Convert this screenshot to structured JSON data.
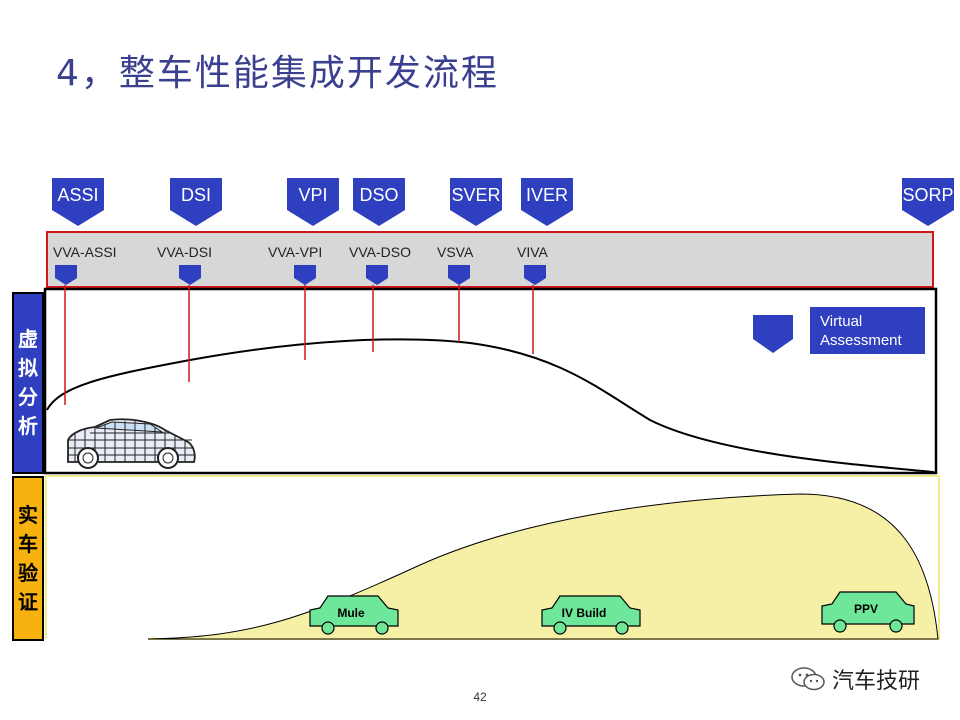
{
  "title": "4，整车性能集成开发流程",
  "gates": [
    {
      "label": "ASSI"
    },
    {
      "label": "DSI"
    },
    {
      "label": "VPI"
    },
    {
      "label": "DSO"
    },
    {
      "label": "SVER"
    },
    {
      "label": "IVER"
    },
    {
      "label": "SORP"
    }
  ],
  "milestones": [
    {
      "label": "VVA-ASSI"
    },
    {
      "label": "VVA-DSI"
    },
    {
      "label": "VVA-VPI"
    },
    {
      "label": "VVA-DSO"
    },
    {
      "label": "VSVA"
    },
    {
      "label": "VIVA"
    }
  ],
  "sections": {
    "virtual": [
      "虚",
      "拟",
      "分",
      "析"
    ],
    "real": [
      "实",
      "车",
      "验",
      "证"
    ]
  },
  "legend": {
    "line1": "Virtual",
    "line2": "Assessment"
  },
  "prototypes": [
    {
      "label": "Mule"
    },
    {
      "label": "IV Build"
    },
    {
      "label": "PPV"
    }
  ],
  "page_number": "42",
  "watermark": "汽车技研",
  "colors": {
    "gate_fill": "#2e3fbf",
    "side_virtual": "#2e3fbf",
    "side_real": "#f7b20f",
    "real_area": "#f6f0a6",
    "prototype_car": "#6fe79a",
    "milestone_line": "#d01818",
    "title": "#3b3f8f"
  }
}
